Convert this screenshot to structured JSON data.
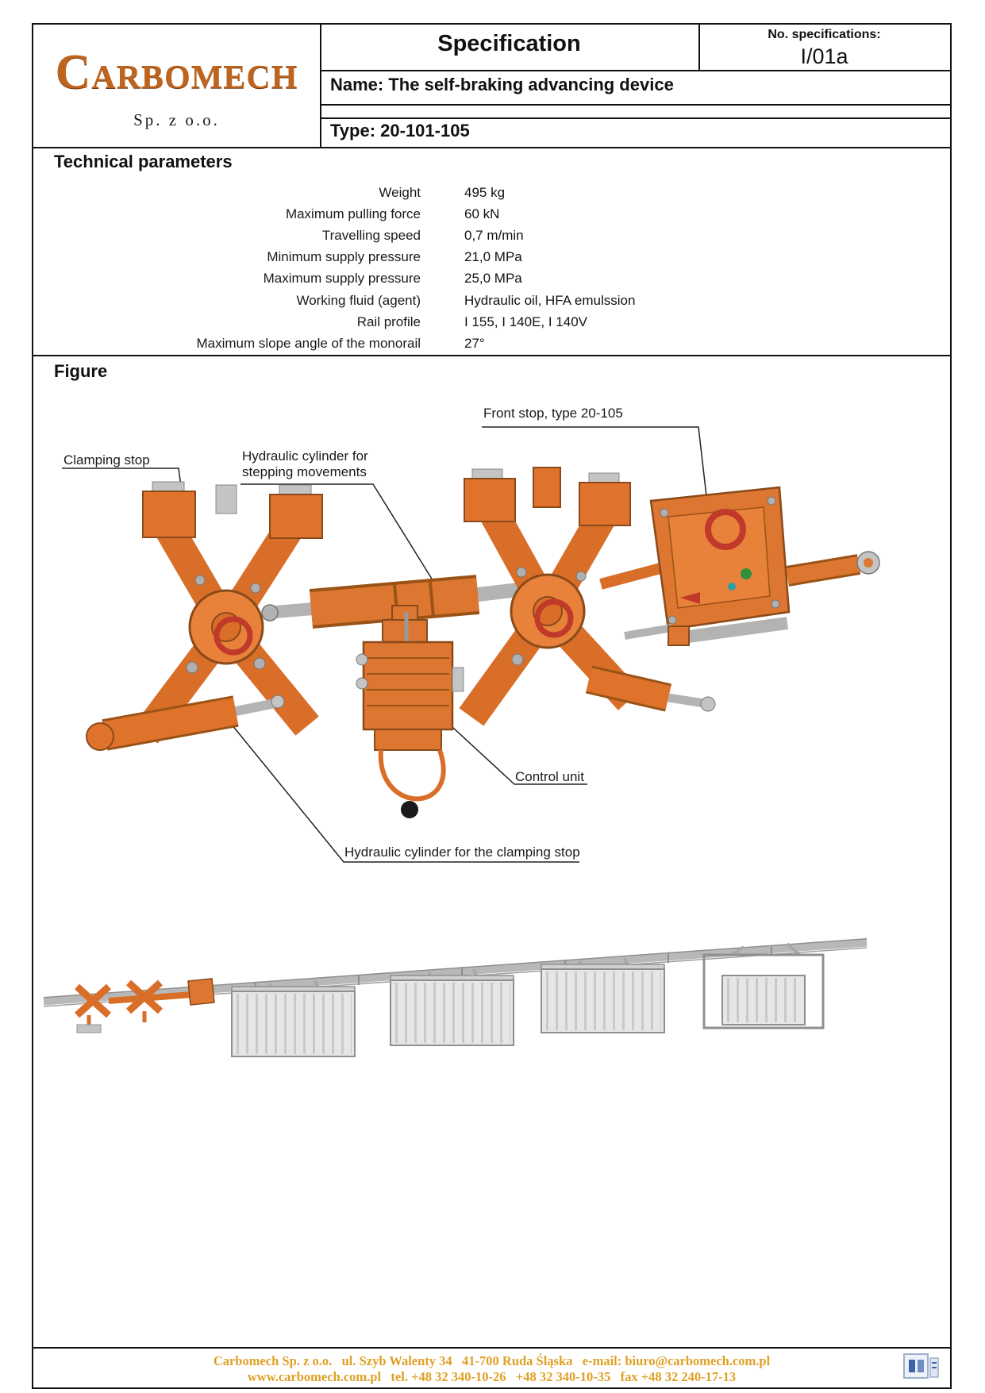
{
  "header": {
    "logo_c": "C",
    "logo_rest": "ARBOMECH",
    "logo_sub": "Sp. z o.o.",
    "spec_title": "Specification",
    "no_label": "No. specifications:",
    "no_value": "I/01a",
    "name_line": "Name: The self-braking advancing device",
    "type_line": "Type: 20-101-105"
  },
  "technical": {
    "title": "Technical parameters",
    "rows": [
      {
        "label": "Weight",
        "value": "495 kg"
      },
      {
        "label": "Maximum pulling force",
        "value": "60 kN"
      },
      {
        "label": "Travelling speed",
        "value": "0,7 m/min"
      },
      {
        "label": "Minimum supply pressure",
        "value": "21,0 MPa"
      },
      {
        "label": "Maximum supply pressure",
        "value": "25,0 MPa"
      },
      {
        "label": "Working fluid (agent)",
        "value": "Hydraulic oil, HFA emulssion"
      },
      {
        "label": "Rail profile",
        "value": "I 155, I 140E, I 140V"
      },
      {
        "label": "Maximum slope angle of the monorail",
        "value": "27°"
      }
    ]
  },
  "figure": {
    "title": "Figure",
    "labels": {
      "front_stop": "Front stop, type 20-105",
      "clamping_stop": "Clamping stop",
      "stepping_cylinder": "Hydraulic cylinder for\nstepping movements",
      "control_unit": "Control unit",
      "clamping_cylinder": "Hydraulic cylinder for the clamping stop"
    }
  },
  "footer": {
    "line1": "Carbomech Sp. z o.o.   ul. Szyb Walenty 34   41-700 Ruda Śląska   e-mail: biuro@carbomech.com.pl",
    "line2": "www.carbomech.com.pl   tel. +48 32 340-10-26   +48 32 340-10-35   fax +48 32 240-17-13"
  },
  "colors": {
    "accent_orange": "#D96E28",
    "logo_orange": "#BE641E",
    "footer_gold": "#DFA026",
    "detail_red": "#C0392B"
  }
}
